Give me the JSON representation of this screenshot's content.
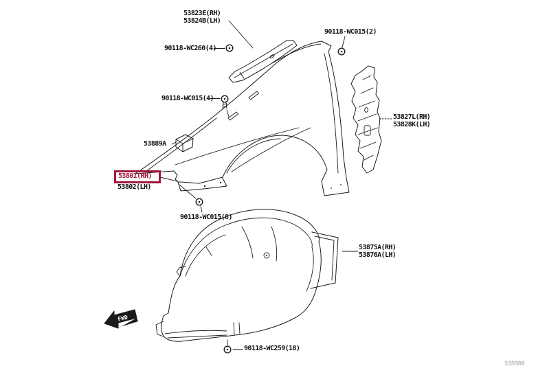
{
  "figure": {
    "watermark": "535908",
    "fwd": "FWD"
  },
  "colors": {
    "highlight": "#a0173d",
    "line": "#1a1a1a",
    "label": "#111111",
    "watermark": "#b9b9b9",
    "background": "#ffffff"
  },
  "labels": {
    "molding_rh": "53823E(RH)",
    "molding_lh": "53824B(LH)",
    "screw_wc260": "90118-WC260(4)",
    "screw_wc015_top": "90118-WC015(2)",
    "screw_wc015_mid": "90118-WC015(4)",
    "clip": "53889A",
    "fender_rh": "53801(RH)",
    "fender_lh": "53802(LH)",
    "brace_rh": "53827L(RH)",
    "brace_lh": "53828K(LH)",
    "screw_wc015_lower": "90118-WC015(8)",
    "liner_rh": "53875A(RH)",
    "liner_lh": "53876A(LH)",
    "screw_wc259": "90118-WC259(18)"
  }
}
